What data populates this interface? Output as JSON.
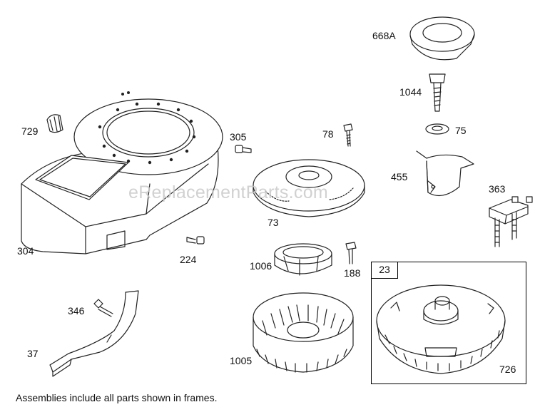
{
  "diagram": {
    "watermark": "eReplacementParts.com",
    "footnote": "Assemblies include all parts shown in frames.",
    "frame_label": "23",
    "part_labels": {
      "p668a": "668A",
      "p1044": "1044",
      "p75": "75",
      "p455": "455",
      "p363": "363",
      "p729": "729",
      "p305": "305",
      "p78": "78",
      "p73": "73",
      "p304": "304",
      "p224": "224",
      "p1006": "1006",
      "p188": "188",
      "p346": "346",
      "p37": "37",
      "p1005": "1005",
      "p726": "726"
    }
  }
}
